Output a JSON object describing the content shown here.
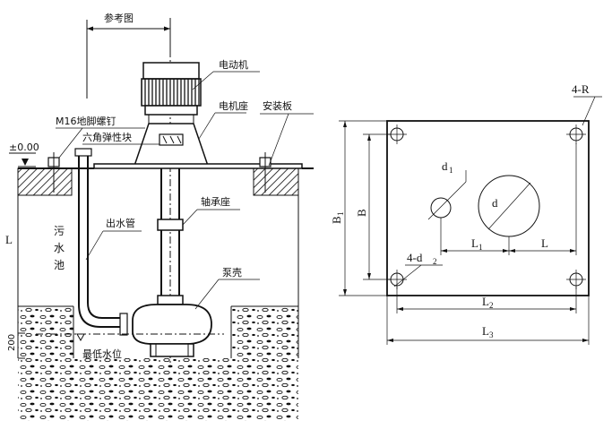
{
  "left_view": {
    "reference_label": "参考图",
    "motor_label": "电动机",
    "motor_seat_label": "电机座",
    "mounting_plate_label": "安装板",
    "anchor_bolt_label": "M16地脚螺钉",
    "hex_block_label": "六角弹性块",
    "elevation_label": "±0.00",
    "outlet_pipe_label": "出水管",
    "bearing_seat_label": "轴承座",
    "pool_label_1": "污",
    "pool_label_2": "水",
    "pool_label_3": "池",
    "depth_label": "L",
    "pump_casing_label": "泵壳",
    "min_level_label": "最低水位",
    "height_200_label": "200"
  },
  "right_view": {
    "corner_radius_label": "4-R",
    "hole_d1_label": "d",
    "hole_d1_sub": "1",
    "center_d_label": "d",
    "bolt_hole_label": "4-d",
    "bolt_hole_sub": "2",
    "dim_B1_label": "B",
    "dim_B1_sub": "1",
    "dim_B_label": "B",
    "dim_L1_label": "L",
    "dim_L1_sub": "1",
    "dim_L_label": "L",
    "dim_L2_label": "L",
    "dim_L2_sub": "2",
    "dim_L3_label": "L",
    "dim_L3_sub": "3"
  }
}
